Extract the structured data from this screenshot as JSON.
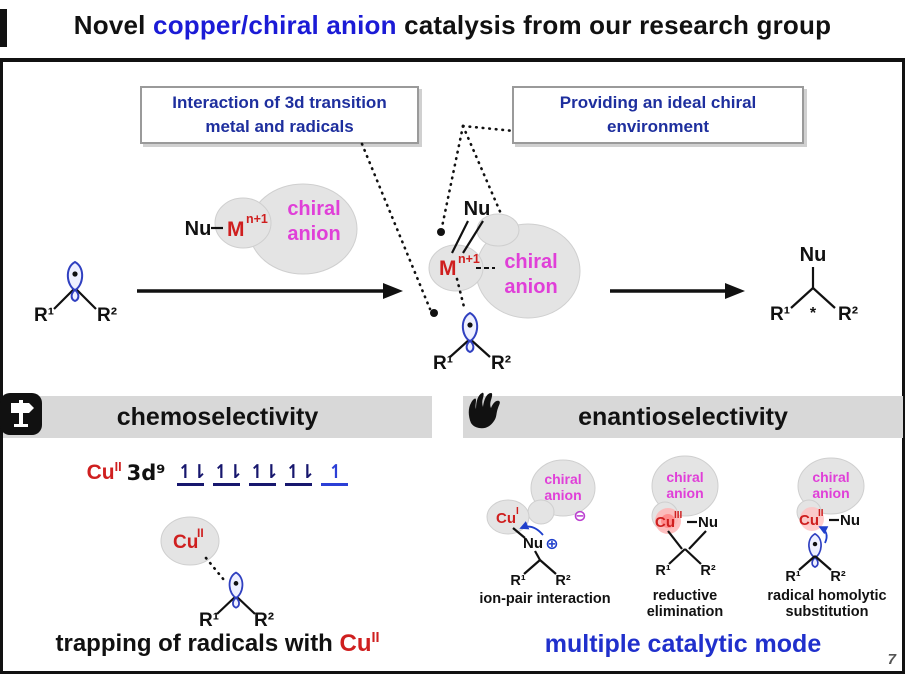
{
  "title": {
    "pre": "Novel ",
    "highlight": "copper/chiral anion",
    "post": " catalysis from our research group"
  },
  "callouts": {
    "left": {
      "line1": "Interaction of 3d transition",
      "line2": "metal and radicals"
    },
    "right": {
      "line1": "Providing an ideal chiral",
      "line2": "environment"
    }
  },
  "scheme": {
    "radical": {
      "r1": "R¹",
      "r2": "R²"
    },
    "precursor": {
      "nu": "Nu",
      "metal": "M",
      "metal_sup": "n+1",
      "chiral1": "chiral",
      "chiral2": "anion"
    },
    "intermediate": {
      "nu": "Nu",
      "metal": "M",
      "metal_sup": "n+1",
      "chiral1": "chiral",
      "chiral2": "anion",
      "r1": "R¹",
      "r2": "R²"
    },
    "product": {
      "nu": "Nu",
      "r1": "R¹",
      "star": "*",
      "r2": "R²"
    }
  },
  "chemo": {
    "header": "chemoselectivity",
    "cu": "Cu",
    "cu_sup": "II",
    "d_label": "3d⁹",
    "orbitals": [
      "↿⇂",
      "↿⇂",
      "↿⇂",
      "↿⇂",
      "↿"
    ],
    "blob_cu": "Cu",
    "blob_cu_sup": "II",
    "r1": "R¹",
    "r2": "R²",
    "caption_pre": "trapping of radicals with ",
    "caption_cu": "Cu",
    "caption_cu_sup": "II"
  },
  "enantio": {
    "header": "enantioselectivity",
    "modes": [
      {
        "chiral1": "chiral",
        "chiral2": "anion",
        "minus": "⊖",
        "metal": "Cu",
        "metal_sup": "I",
        "nu": "Nu",
        "plus": "⊕",
        "r1": "R¹",
        "r2": "R²",
        "label1": "ion-pair interaction",
        "label2": ""
      },
      {
        "chiral1": "chiral",
        "chiral2": "anion",
        "metal": "Cu",
        "metal_sup": "III",
        "nu": "Nu",
        "r1": "R¹",
        "r2": "R²",
        "label1": "reductive",
        "label2": "elimination"
      },
      {
        "chiral1": "chiral",
        "chiral2": "anion",
        "metal": "Cu",
        "metal_sup": "II",
        "nu": "Nu",
        "r1": "R¹",
        "r2": "R²",
        "label1": "radical homolytic",
        "label2": "substitution"
      }
    ],
    "caption": "multiple catalytic mode"
  },
  "page_number": "7",
  "icons": {
    "chemo": "signpost-icon",
    "enantio": "grab-hand-icon"
  },
  "colors": {
    "title_highlight": "#1b1bd6",
    "callout_text": "#1e2f9e",
    "magenta": "#e03fd8",
    "red": "#cf1f1f",
    "blue_accent": "#2030cc",
    "blob_gray": "#e4e4e4",
    "header_gray": "#d8d8d8"
  }
}
